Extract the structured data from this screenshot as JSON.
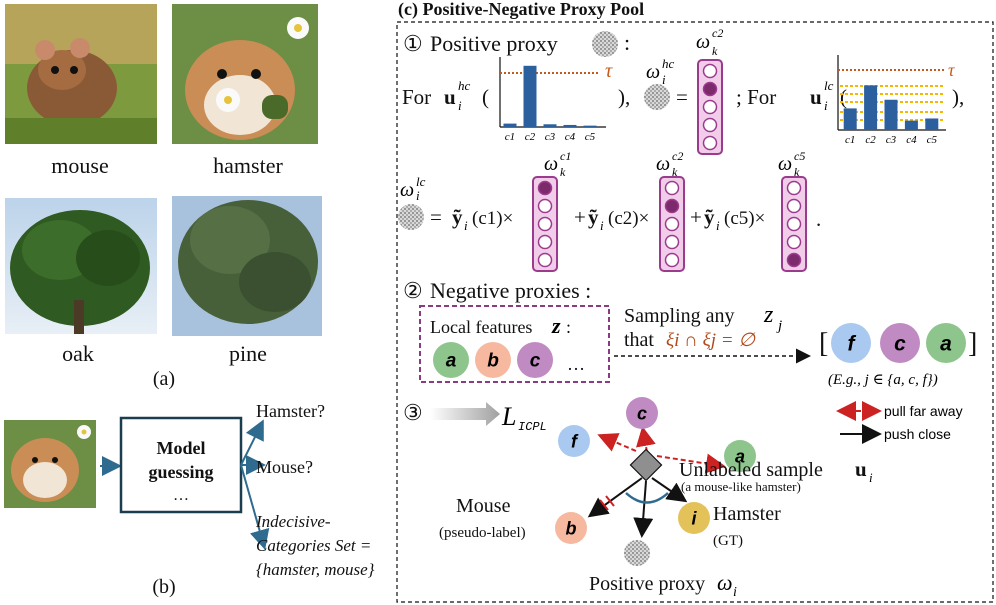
{
  "colors": {
    "circle_a": "#8dc58c",
    "circle_b": "#f6b99f",
    "circle_c": "#c08bc3",
    "circle_f": "#a9c9f0",
    "circle_i": "#e4c25a",
    "proxy_vector": "#f2cdea",
    "proxy_vector_border": "#9b3b8e",
    "proxy_dot": "#7c2a6c",
    "bar": "#2b5f9d",
    "tau": "#c65a1b",
    "dotted_yellow": "#f5b700",
    "pull_arrow": "#cc2222",
    "arrow_blue": "#2e6b8f"
  },
  "images": {
    "mouse_label": "mouse",
    "hamster_label": "hamster",
    "oak_label": "oak",
    "pine_label": "pine",
    "panel_a_label": "(a)"
  },
  "panel_b": {
    "box_line1": "Model",
    "box_line2": "guessing",
    "box_line3": "…",
    "out1": "Hamster?",
    "out2": "Mouse?",
    "out3_line1": "Indecisive-",
    "out3_line2": "Categories Set =",
    "out3_line3": "{hamster, mouse}",
    "label": "(b)"
  },
  "panel_c": {
    "title": "(c) Positive-Negative Proxy Pool",
    "step1_num": "①",
    "step1_title": "Positive proxy",
    "colon": ":",
    "for": "For",
    "u_bold": "u",
    "sub_i": "i",
    "sup_hc": "hc",
    "sup_lc": "lc",
    "omega": "ω",
    "sub_k": "k",
    "sup_c1": "c1",
    "sup_c2": "c2",
    "sup_c5": "c5",
    "tau": "τ",
    "paren_open": "(",
    "paren_close": "),",
    "comma": ",",
    "equals": "=",
    "semicolon": "; For",
    "y_tilde": "ỹ",
    "term_c1": "(c1)×",
    "term_c2": "(c2)×",
    "term_c5": "(c5)×",
    "plus": "+",
    "period": ".",
    "bar_labels": [
      "c1",
      "c2",
      "c3",
      "c4",
      "c5"
    ],
    "step2_num": "②",
    "step2_title": "Negative proxies :",
    "local_features": "Local features",
    "z": "z",
    "ellipsis": "…",
    "sampling": "Sampling any",
    "sub_j": "j",
    "that": "that",
    "xi_cond": "ξi ∩ ξj = ∅",
    "bracket_open": "[",
    "bracket_close": "]",
    "eg": "(E.g., j ∈ {a, c, f})",
    "step3_num": "③",
    "loss": "L",
    "loss_sub": "ICPL",
    "pull_far": "pull far away",
    "push_close": "push close",
    "unlabeled": "Unlabeled sample",
    "mouse_like": "(a mouse-like hamster)",
    "mouse": "Mouse",
    "pseudo": "(pseudo-label)",
    "hamster": "Hamster",
    "gt": "(GT)",
    "pos_proxy": "Positive proxy",
    "circle_letters": {
      "a": "a",
      "b": "b",
      "c": "c",
      "f": "f",
      "i": "i"
    }
  },
  "chart_data": [
    {
      "type": "bar",
      "categories": [
        "c1",
        "c2",
        "c3",
        "c4",
        "c5"
      ],
      "values": [
        0.05,
        0.9,
        0.04,
        0.03,
        0.02
      ],
      "threshold_label": "τ",
      "xlabel": "",
      "ylabel": ""
    },
    {
      "type": "bar",
      "categories": [
        "c1",
        "c2",
        "c3",
        "c4",
        "c5"
      ],
      "values": [
        0.3,
        0.62,
        0.42,
        0.13,
        0.16
      ],
      "threshold_label": "τ",
      "xlabel": "",
      "ylabel": ""
    }
  ]
}
